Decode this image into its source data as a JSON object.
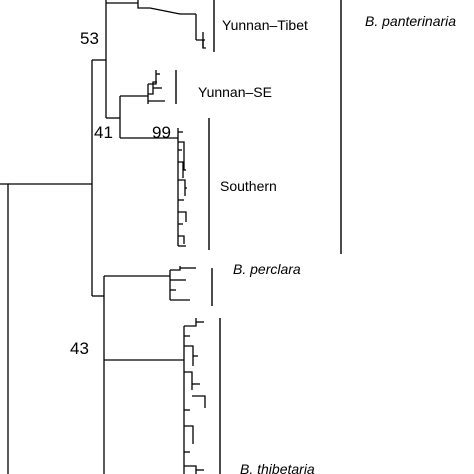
{
  "tree": {
    "support_values": {
      "node_a": "53",
      "node_b": "41",
      "node_c": "99",
      "node_d": "43"
    },
    "clade_labels": {
      "yunnan_tibet": "Yunnan–Tibet",
      "yunnan_se": "Yunnan–SE",
      "southern": "Southern"
    },
    "species_labels": {
      "panterinaria": "B. panterinaria",
      "perclara": "B. perclara",
      "thibetaria": "B. thibetaria"
    }
  }
}
